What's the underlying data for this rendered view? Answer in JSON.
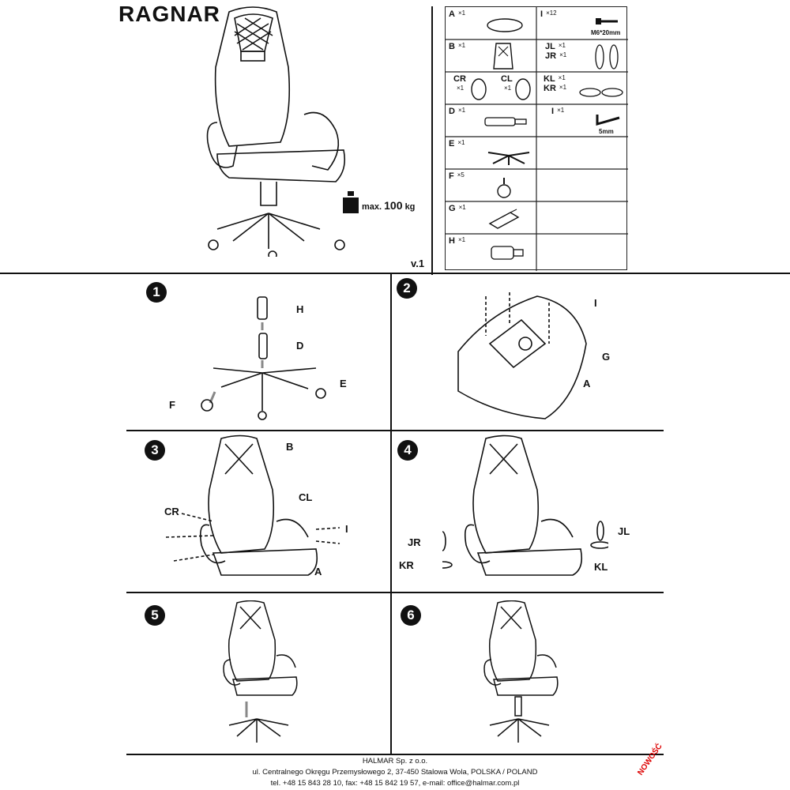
{
  "header": {
    "title": "RAGNAR",
    "max_load_prefix": "max.",
    "max_load_value": "100",
    "max_load_unit": "kg",
    "version": "v.1"
  },
  "parts": [
    {
      "code": "A",
      "qty": "×1"
    },
    {
      "code": "I",
      "qty": "×12",
      "note": "M6*20mm"
    },
    {
      "code": "B",
      "qty": "×1"
    },
    {
      "code": "JL",
      "qty": "×1"
    },
    {
      "code": "JR",
      "qty": "×1"
    },
    {
      "code": "CR",
      "qty": "×1"
    },
    {
      "code": "CL",
      "qty": "×1"
    },
    {
      "code": "KL",
      "qty": "×1"
    },
    {
      "code": "KR",
      "qty": "×1"
    },
    {
      "code": "D",
      "qty": "×1"
    },
    {
      "code": "I",
      "qty": "×1",
      "note": "5mm"
    },
    {
      "code": "E",
      "qty": "×1"
    },
    {
      "code": "F",
      "qty": "×5"
    },
    {
      "code": "G",
      "qty": "×1"
    },
    {
      "code": "H",
      "qty": "×1"
    }
  ],
  "steps": [
    {
      "number": "1",
      "labels": [
        "H",
        "D",
        "E",
        "F"
      ]
    },
    {
      "number": "2",
      "labels": [
        "I",
        "G",
        "A"
      ]
    },
    {
      "number": "3",
      "labels": [
        "B",
        "CR",
        "CL",
        "I",
        "A"
      ]
    },
    {
      "number": "4",
      "labels": [
        "JR",
        "JL",
        "KR",
        "KL"
      ]
    },
    {
      "number": "5",
      "labels": []
    },
    {
      "number": "6",
      "labels": []
    }
  ],
  "footer": {
    "company": "HALMAR Sp. z o.o.",
    "address": "ul. Centralnego Okręgu Przemysłowego 2, 37-450 Stalowa Wola, POLSKA / POLAND",
    "contact": "tel. +48 15 843 28 10, fax: +48 15 842 19 57, e-mail: office@halmar.com.pl",
    "stamp": "NOWOŚĆ"
  },
  "colors": {
    "ink": "#111111",
    "stamp": "#dd0000"
  }
}
